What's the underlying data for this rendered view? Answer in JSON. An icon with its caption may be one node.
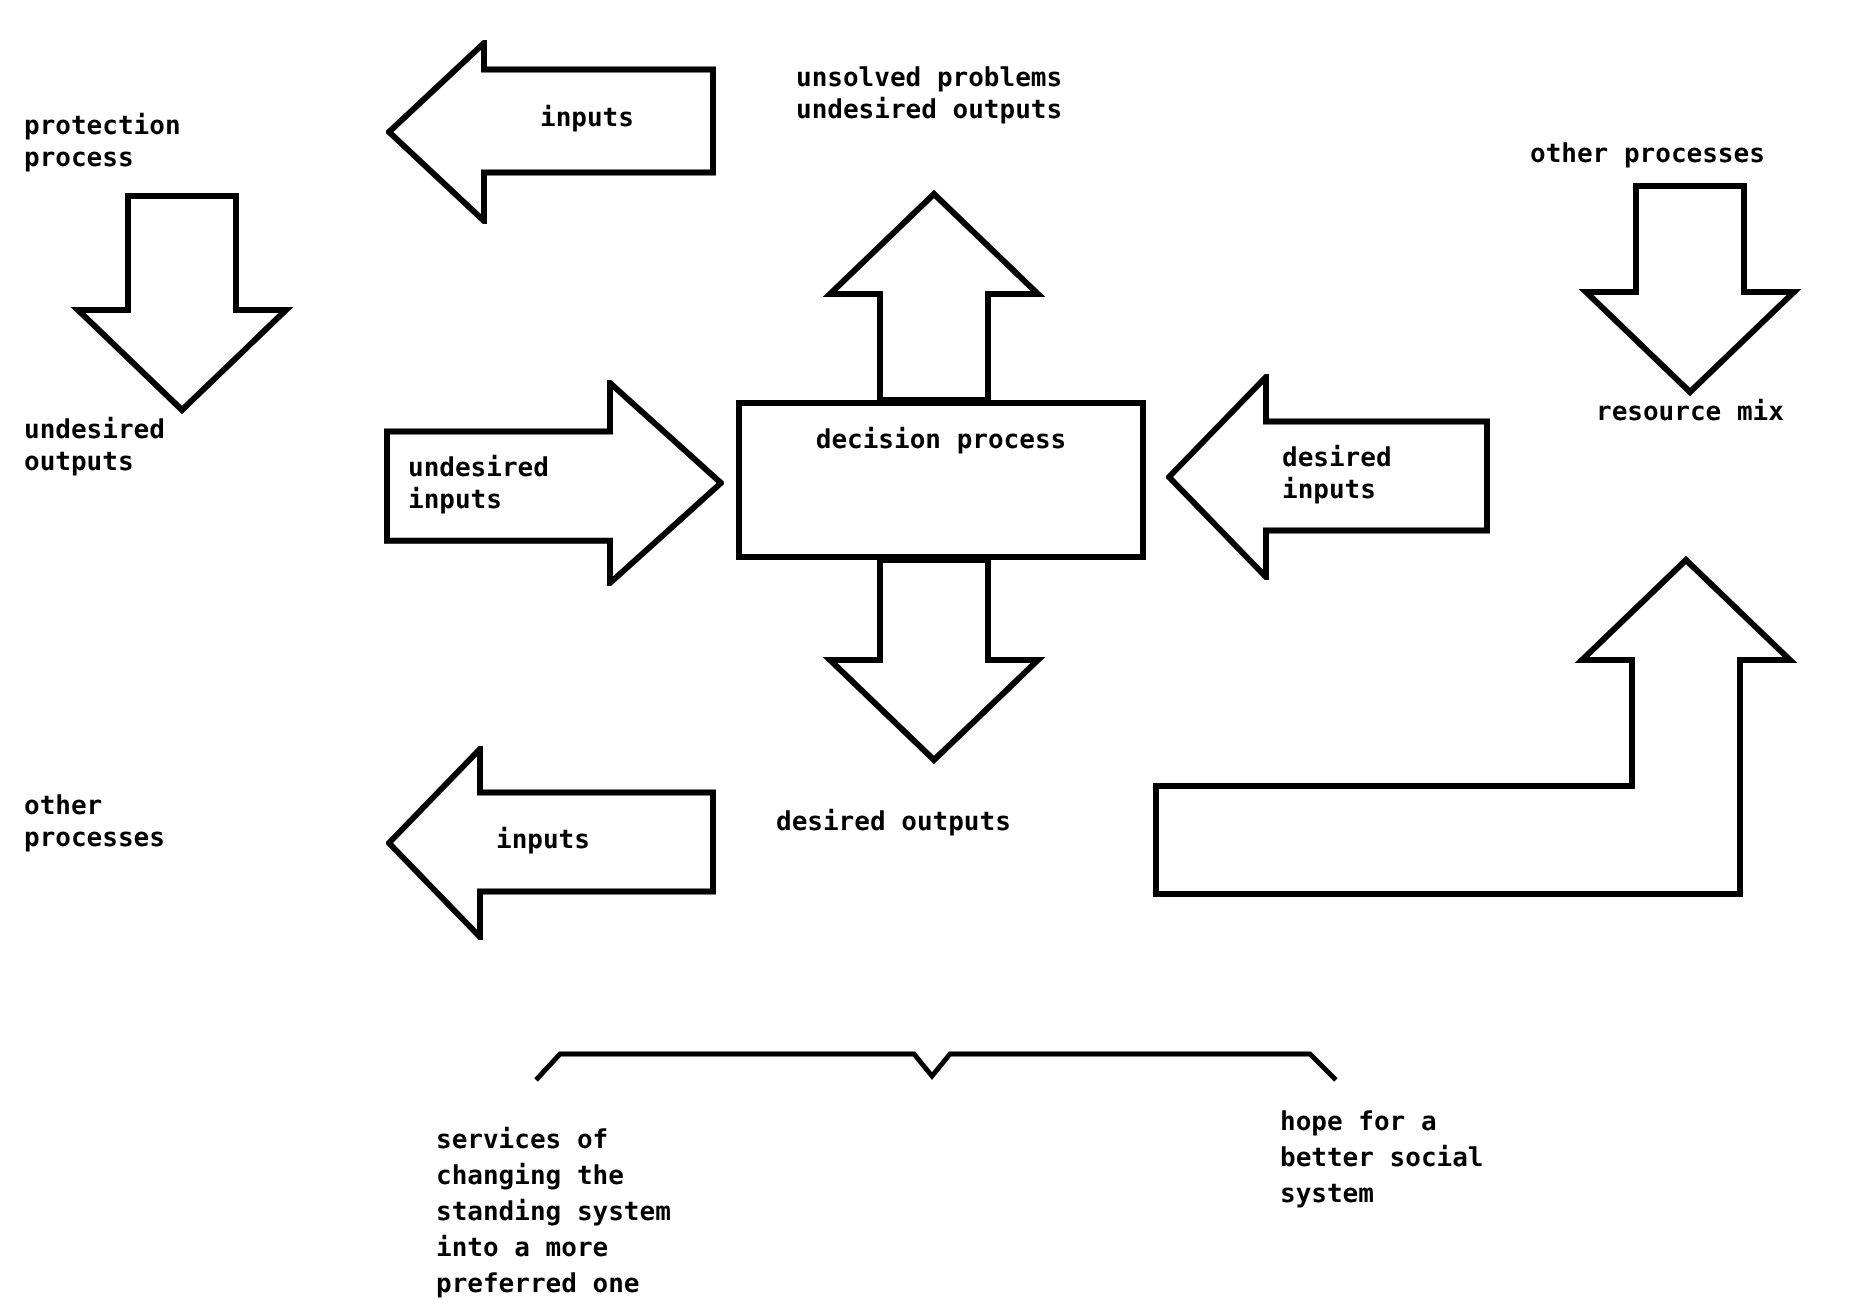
{
  "diagram": {
    "nodes": [
      {
        "text": [
          "protection process"
        ]
      },
      {
        "text": [
          "inputs"
        ]
      },
      {
        "text": [
          "unsolved problems undesired outputs"
        ]
      },
      {
        "text": [
          "other processes"
        ]
      },
      {
        "text": [
          "undesired outputs"
        ]
      },
      {
        "text": [
          "undesired inputs"
        ]
      },
      {
        "text": [
          "decision process"
        ]
      },
      {
        "text": [
          "desired inputs"
        ]
      },
      {
        "text": [
          "resource mix"
        ]
      },
      {
        "text": [
          "other processes"
        ]
      },
      {
        "text": [
          "inputs"
        ]
      },
      {
        "text": [
          "desired outputs"
        ]
      }
    ],
    "edges": [
      {
        "from": 0,
        "to": 4,
        "arrow": "to",
        "style": "thick"
      },
      {
        "from": 6,
        "to": 2,
        "arrow": "to",
        "style": "thick"
      },
      {
        "from": 3,
        "to": 8,
        "arrow": "to",
        "style": "thick"
      },
      {
        "from": 6,
        "to": 11,
        "arrow": "to",
        "style": "thick"
      },
      {
        "from": 11,
        "to": 8,
        "arrow": "to",
        "style": "thick"
      }
    ],
    "labels": [
      "services of changing the standing system into a more preferred one",
      "hope for a better social system"
    ]
  }
}
